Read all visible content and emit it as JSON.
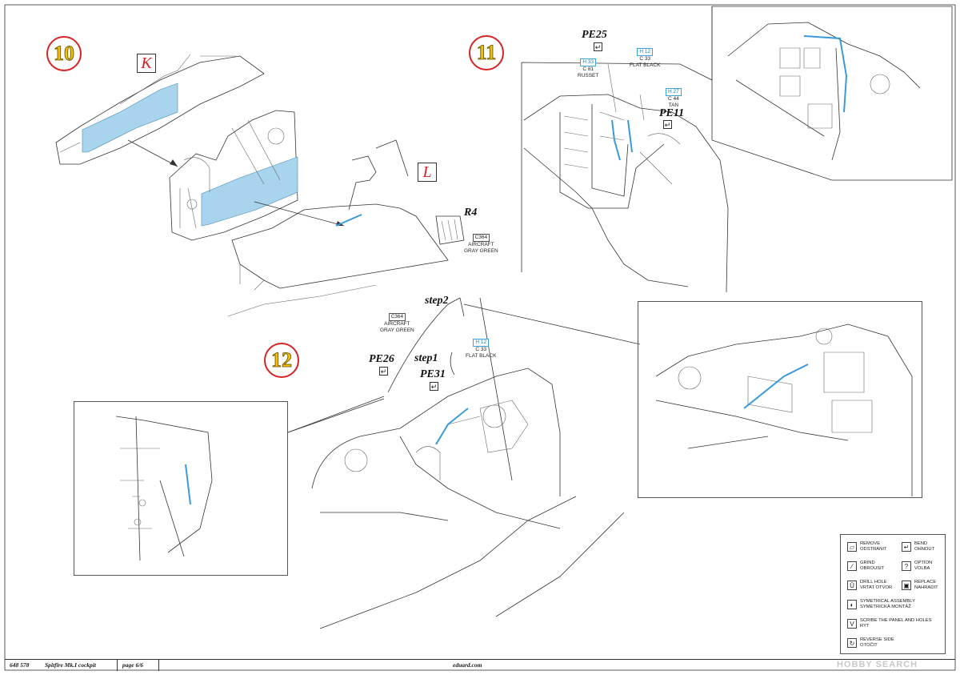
{
  "steps": {
    "s10": "10",
    "s11": "11",
    "s12": "12"
  },
  "parts": {
    "k": "K",
    "l": "L",
    "r4": "R4",
    "pe25": "PE25",
    "pe11": "PE11",
    "pe26": "PE26",
    "pe31": "PE31",
    "step1": "step1",
    "step2": "step2"
  },
  "paints": {
    "h12": "H 12",
    "c33": "C 33",
    "flat_black": "FLAT BLACK",
    "h33": "H 33",
    "c81": "C 81",
    "russet": "RUSSET",
    "h27": "H 27",
    "c44": "C 44",
    "tan": "TAN",
    "c364": "C364",
    "aircraft": "AIRCRAFT",
    "gray_green": "GRAY GREEN"
  },
  "legend": {
    "remove": "REMOVE",
    "remove_cz": "ODSTRANIT",
    "bend": "BEND",
    "bend_cz": "OHNOUT",
    "grind": "GRIND",
    "grind_cz": "OBROUSIT",
    "option": "OPTION",
    "option_cz": "VOLBA",
    "drill": "DRILL HOLE",
    "drill_cz": "VRTAT OTVOR",
    "replace": "REPLACE",
    "replace_cz": "NAHRADIT",
    "sym": "SYMETRICAL ASSEMBLY",
    "sym_cz": "SYMETRICKÁ MONTÁŽ",
    "scribe": "SCRIBE THE PANEL AND HOLES",
    "scribe_cz": "RÝT",
    "reverse": "REVERSE SIDE",
    "reverse_cz": "OTOČIT"
  },
  "footer": {
    "code": "648 578",
    "product": "Spitfire Mk.I cockpit",
    "page": "page 6/6",
    "site": "eduard.com",
    "watermark": "HOBBY SEARCH"
  },
  "colors": {
    "circle_border": "#d42424",
    "circle_number": "#f4c200",
    "part_letter": "#d42424",
    "highlight_blue": "#a8d4ee",
    "paint_code_blue": "#1a7fb0"
  }
}
